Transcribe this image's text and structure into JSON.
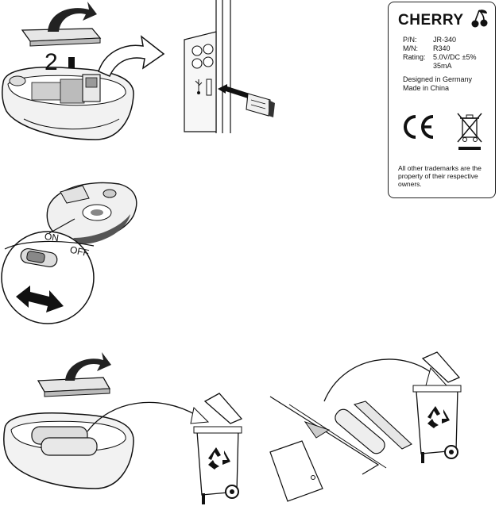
{
  "label": {
    "brand": "CHERRY",
    "specs": [
      {
        "key": "P/N:",
        "value": "JR-340"
      },
      {
        "key": "M/N:",
        "value": "R340"
      },
      {
        "key": "Rating:",
        "value": "5.0V/DC ±5%"
      },
      {
        "key": "",
        "value": "35mA"
      }
    ],
    "designed": "Designed in Germany",
    "made": "Made in China",
    "ce_mark": "CE",
    "disclaimer": "All other trademarks are the property of their respective owners."
  },
  "step": {
    "number": "2"
  },
  "switch": {
    "on": "ON",
    "off": "OFF"
  },
  "icons": {
    "brand": "cherry-logo-icon",
    "usb": "usb-icon",
    "weee": "crossed-bin-icon",
    "recycle": "recycle-icon"
  }
}
